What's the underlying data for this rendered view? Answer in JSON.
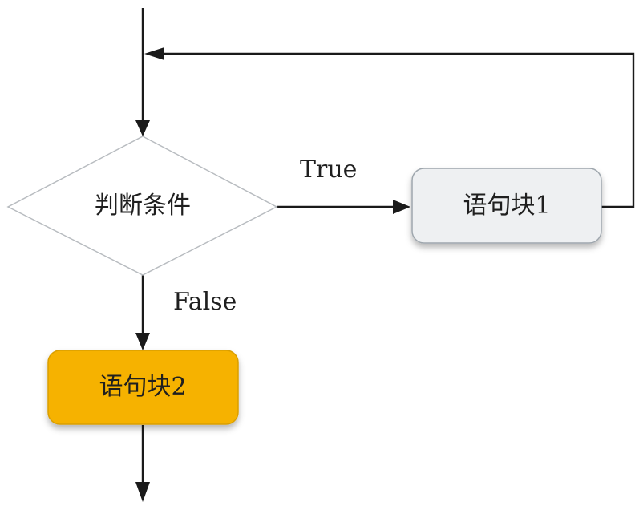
{
  "diagram": {
    "nodes": {
      "condition": {
        "label": "判断条件",
        "fill": "#ffffff",
        "stroke": "#b8bcc0"
      },
      "block1": {
        "label": "语句块1",
        "fill": "#eef0f2",
        "stroke": "#9ea6ad"
      },
      "block2": {
        "label": "语句块2",
        "fill": "#f6b200",
        "stroke": "#d99e00"
      }
    },
    "edges": {
      "true_label": "True",
      "false_label": "False"
    }
  }
}
